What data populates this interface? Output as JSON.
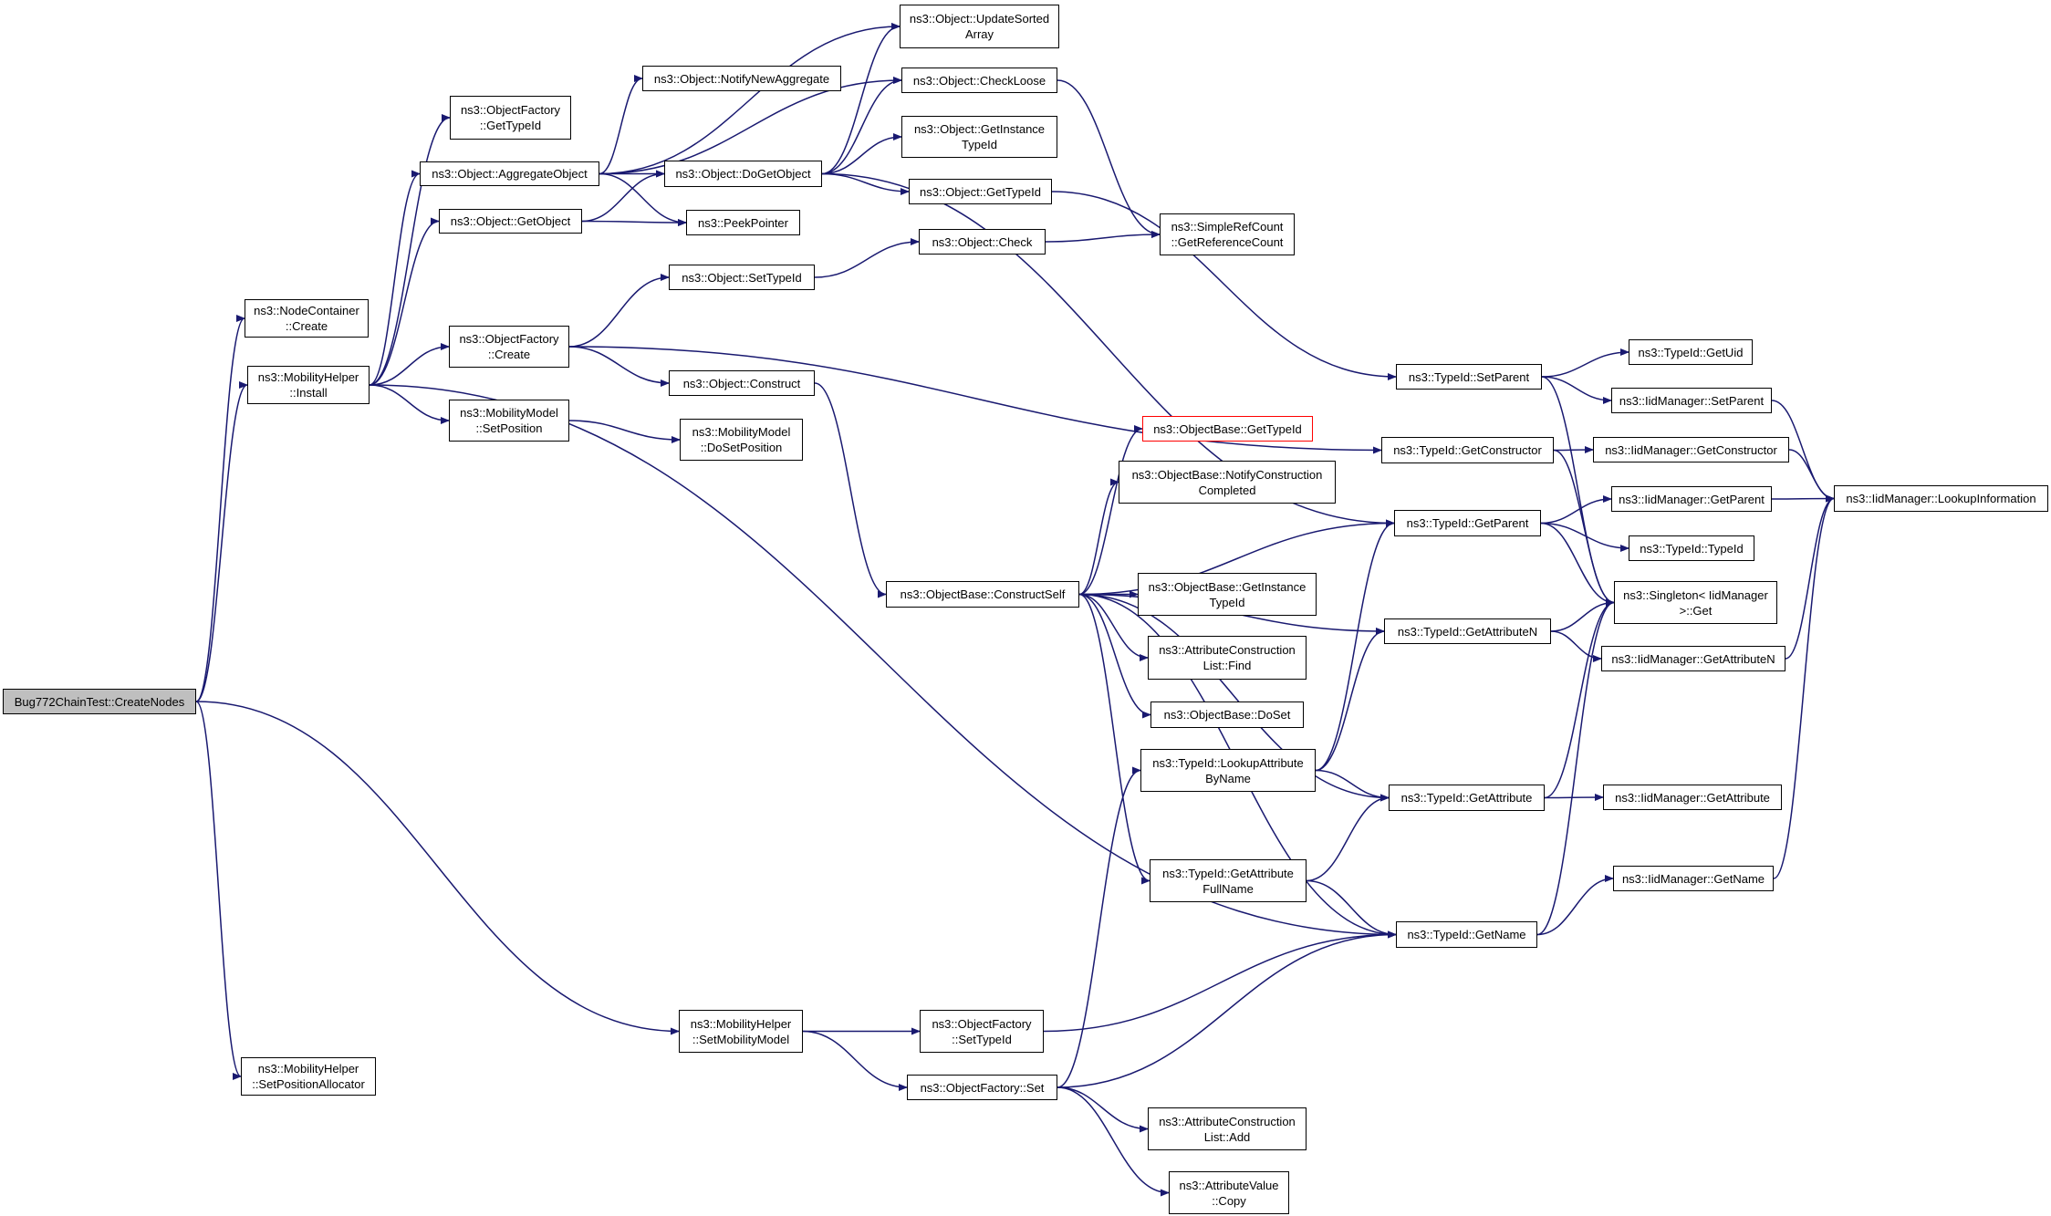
{
  "colors": {
    "edge": "#191970",
    "box_border": "#000000",
    "root_fill": "#bfbfbf",
    "highlight_border": "#ff0000"
  },
  "nodes": {
    "bug772": [
      "Bug772ChainTest::CreateNodes"
    ],
    "nc_create": [
      "ns3::NodeContainer",
      "::Create"
    ],
    "mh_install": [
      "ns3::MobilityHelper",
      "::Install"
    ],
    "mh_setposalloc": [
      "ns3::MobilityHelper",
      "::SetPositionAllocator"
    ],
    "of_gettypeid": [
      "ns3::ObjectFactory",
      "::GetTypeId"
    ],
    "obj_aggregate": [
      "ns3::Object::AggregateObject"
    ],
    "obj_getobject": [
      "ns3::Object::GetObject"
    ],
    "of_create": [
      "ns3::ObjectFactory",
      "::Create"
    ],
    "mm_setposition": [
      "ns3::MobilityModel",
      "::SetPosition"
    ],
    "obj_notifynewagg": [
      "ns3::Object::NotifyNewAggregate"
    ],
    "obj_dogetobject": [
      "ns3::Object::DoGetObject"
    ],
    "peekpointer": [
      "ns3::PeekPointer"
    ],
    "obj_settypeid": [
      "ns3::Object::SetTypeId"
    ],
    "obj_construct": [
      "ns3::Object::Construct"
    ],
    "mm_dosetposition": [
      "ns3::MobilityModel",
      "::DoSetPosition"
    ],
    "obj_updatesorted": [
      "ns3::Object::UpdateSorted",
      "Array"
    ],
    "obj_checkloose": [
      "ns3::Object::CheckLoose"
    ],
    "obj_getinstancetypeid": [
      "ns3::Object::GetInstance",
      "TypeId"
    ],
    "obj_gettypeid": [
      "ns3::Object::GetTypeId"
    ],
    "obj_check": [
      "ns3::Object::Check"
    ],
    "srefcount": [
      "ns3::SimpleRefCount",
      "::GetReferenceCount"
    ],
    "ob_constructself": [
      "ns3::ObjectBase::ConstructSelf"
    ],
    "ob_gettypeid": [
      "ns3::ObjectBase::GetTypeId"
    ],
    "ob_notifyconstruction": [
      "ns3::ObjectBase::NotifyConstruction",
      "Completed"
    ],
    "ob_getinstancetypeid": [
      "ns3::ObjectBase::GetInstance",
      "TypeId"
    ],
    "acl_find": [
      "ns3::AttributeConstruction",
      "List::Find"
    ],
    "ob_doset": [
      "ns3::ObjectBase::DoSet"
    ],
    "tid_lookupattr": [
      "ns3::TypeId::LookupAttribute",
      "ByName"
    ],
    "tid_getattrfullname": [
      "ns3::TypeId::GetAttribute",
      "FullName"
    ],
    "mh_setmobilitymodel": [
      "ns3::MobilityHelper",
      "::SetMobilityModel"
    ],
    "of_settypeid": [
      "ns3::ObjectFactory",
      "::SetTypeId"
    ],
    "of_set": [
      "ns3::ObjectFactory::Set"
    ],
    "acl_add": [
      "ns3::AttributeConstruction",
      "List::Add"
    ],
    "av_copy": [
      "ns3::AttributeValue",
      "::Copy"
    ],
    "tid_setparent": [
      "ns3::TypeId::SetParent"
    ],
    "tid_getconstructor": [
      "ns3::TypeId::GetConstructor"
    ],
    "tid_getparent": [
      "ns3::TypeId::GetParent"
    ],
    "tid_getattributen": [
      "ns3::TypeId::GetAttributeN"
    ],
    "tid_getattribute": [
      "ns3::TypeId::GetAttribute"
    ],
    "tid_getname": [
      "ns3::TypeId::GetName"
    ],
    "tid_getuid": [
      "ns3::TypeId::GetUid"
    ],
    "iid_setparent": [
      "ns3::IidManager::SetParent"
    ],
    "iid_getconstructor": [
      "ns3::IidManager::GetConstructor"
    ],
    "iid_getparent": [
      "ns3::IidManager::GetParent"
    ],
    "tid_typeid": [
      "ns3::TypeId::TypeId"
    ],
    "singleton_get": [
      "ns3::Singleton< IidManager",
      " >::Get"
    ],
    "iid_getattributen": [
      "ns3::IidManager::GetAttributeN"
    ],
    "iid_getattribute": [
      "ns3::IidManager::GetAttribute"
    ],
    "iid_getname": [
      "ns3::IidManager::GetName"
    ],
    "iid_lookupinfo": [
      "ns3::IidManager::LookupInformation"
    ]
  },
  "edges": [
    [
      "bug772",
      "nc_create"
    ],
    [
      "bug772",
      "mh_install"
    ],
    [
      "bug772",
      "mh_setposalloc"
    ],
    [
      "bug772",
      "mh_setmobilitymodel"
    ],
    [
      "mh_install",
      "of_gettypeid"
    ],
    [
      "mh_install",
      "obj_aggregate"
    ],
    [
      "mh_install",
      "obj_getobject"
    ],
    [
      "mh_install",
      "of_create"
    ],
    [
      "mh_install",
      "mm_setposition"
    ],
    [
      "mh_install",
      "tid_getname"
    ],
    [
      "obj_aggregate",
      "obj_updatesorted"
    ],
    [
      "obj_aggregate",
      "obj_notifynewagg"
    ],
    [
      "obj_aggregate",
      "obj_checkloose"
    ],
    [
      "obj_aggregate",
      "obj_dogetobject"
    ],
    [
      "obj_aggregate",
      "peekpointer"
    ],
    [
      "obj_getobject",
      "obj_dogetobject"
    ],
    [
      "obj_getobject",
      "peekpointer"
    ],
    [
      "obj_dogetobject",
      "obj_updatesorted"
    ],
    [
      "obj_dogetobject",
      "obj_checkloose"
    ],
    [
      "obj_dogetobject",
      "obj_getinstancetypeid"
    ],
    [
      "obj_dogetobject",
      "obj_gettypeid"
    ],
    [
      "obj_dogetobject",
      "tid_getparent"
    ],
    [
      "obj_checkloose",
      "srefcount"
    ],
    [
      "obj_gettypeid",
      "tid_setparent"
    ],
    [
      "obj_check",
      "srefcount"
    ],
    [
      "of_create",
      "obj_settypeid"
    ],
    [
      "of_create",
      "obj_construct"
    ],
    [
      "of_create",
      "tid_getconstructor"
    ],
    [
      "obj_settypeid",
      "obj_check"
    ],
    [
      "mm_setposition",
      "mm_dosetposition"
    ],
    [
      "obj_construct",
      "ob_constructself"
    ],
    [
      "ob_constructself",
      "ob_gettypeid"
    ],
    [
      "ob_constructself",
      "ob_notifyconstruction"
    ],
    [
      "ob_constructself",
      "ob_getinstancetypeid"
    ],
    [
      "ob_constructself",
      "acl_find"
    ],
    [
      "ob_constructself",
      "ob_doset"
    ],
    [
      "ob_constructself",
      "tid_getparent"
    ],
    [
      "ob_constructself",
      "tid_getattributen"
    ],
    [
      "ob_constructself",
      "tid_getattribute"
    ],
    [
      "ob_constructself",
      "tid_getattrfullname"
    ],
    [
      "ob_constructself",
      "tid_getname"
    ],
    [
      "tid_lookupattr",
      "tid_getparent"
    ],
    [
      "tid_lookupattr",
      "tid_getattributen"
    ],
    [
      "tid_lookupattr",
      "tid_getattribute"
    ],
    [
      "tid_getattrfullname",
      "tid_getattribute"
    ],
    [
      "tid_getattrfullname",
      "tid_getname"
    ],
    [
      "mh_setmobilitymodel",
      "of_settypeid"
    ],
    [
      "mh_setmobilitymodel",
      "of_set"
    ],
    [
      "of_settypeid",
      "tid_getname"
    ],
    [
      "of_set",
      "tid_lookupattr"
    ],
    [
      "of_set",
      "tid_getname"
    ],
    [
      "of_set",
      "acl_add"
    ],
    [
      "of_set",
      "av_copy"
    ],
    [
      "tid_setparent",
      "tid_getuid"
    ],
    [
      "tid_setparent",
      "iid_setparent"
    ],
    [
      "tid_setparent",
      "singleton_get"
    ],
    [
      "tid_getconstructor",
      "iid_getconstructor"
    ],
    [
      "tid_getconstructor",
      "singleton_get"
    ],
    [
      "tid_getparent",
      "iid_getparent"
    ],
    [
      "tid_getparent",
      "tid_typeid"
    ],
    [
      "tid_getparent",
      "singleton_get"
    ],
    [
      "tid_getattributen",
      "singleton_get"
    ],
    [
      "tid_getattributen",
      "iid_getattributen"
    ],
    [
      "tid_getattribute",
      "singleton_get"
    ],
    [
      "tid_getattribute",
      "iid_getattribute"
    ],
    [
      "tid_getname",
      "singleton_get"
    ],
    [
      "tid_getname",
      "iid_getname"
    ],
    [
      "iid_setparent",
      "iid_lookupinfo"
    ],
    [
      "iid_getconstructor",
      "iid_lookupinfo"
    ],
    [
      "iid_getparent",
      "iid_lookupinfo"
    ],
    [
      "iid_getattributen",
      "iid_lookupinfo"
    ],
    [
      "iid_getname",
      "iid_lookupinfo"
    ]
  ]
}
